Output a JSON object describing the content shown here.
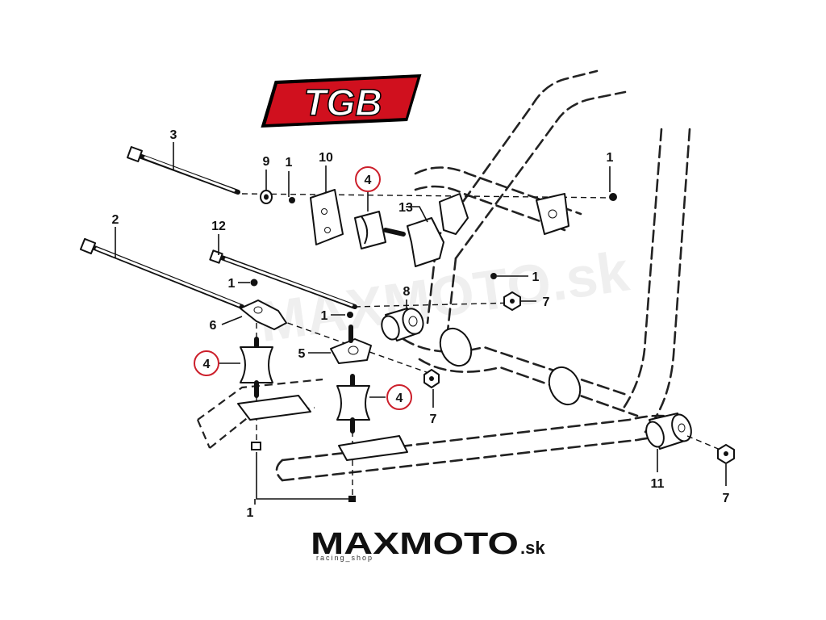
{
  "brand": {
    "logo_text": "TGB",
    "logo_color": "#d0101e"
  },
  "watermark": {
    "text": "MAXMOTO.sk"
  },
  "footer_logo": {
    "main": "MAXMOTO",
    "suffix": ".sk",
    "tagline": "racing_shop"
  },
  "callouts": {
    "c1": "1",
    "c2": "2",
    "c3": "3",
    "c4": "4",
    "c5": "5",
    "c6": "6",
    "c7": "7",
    "c8": "8",
    "c9": "9",
    "c10": "10",
    "c11": "11",
    "c12": "12",
    "c13": "13"
  },
  "highlight_color": "#cc1f2b"
}
